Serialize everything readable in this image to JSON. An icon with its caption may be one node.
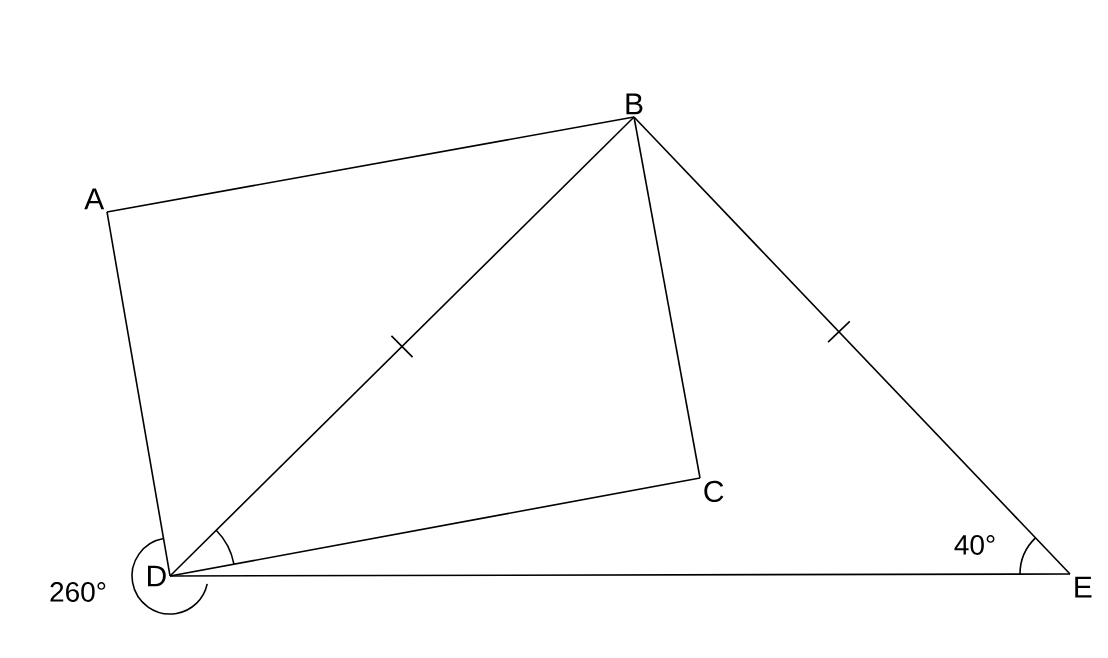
{
  "diagram": {
    "nodes": [
      {
        "text": [
          "A"
        ]
      },
      {
        "text": [
          "B"
        ]
      },
      {
        "text": [
          "C"
        ]
      },
      {
        "text": [
          "D"
        ]
      },
      {
        "text": [
          "E"
        ]
      }
    ],
    "edges": [
      {
        "from": 0,
        "to": 1,
        "arrow": "none"
      },
      {
        "from": 1,
        "to": 2,
        "arrow": "none"
      },
      {
        "from": 2,
        "to": 3,
        "arrow": "none"
      },
      {
        "from": 3,
        "to": 0,
        "arrow": "none"
      },
      {
        "from": 1,
        "to": 3,
        "arrow": "none"
      },
      {
        "from": 1,
        "to": 4,
        "arrow": "none"
      },
      {
        "from": 3,
        "to": 4,
        "arrow": "none"
      }
    ],
    "labels": [
      "260°",
      "40°"
    ]
  }
}
